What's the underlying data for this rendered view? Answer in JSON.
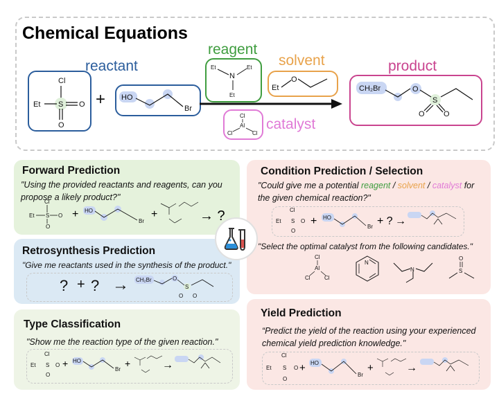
{
  "top": {
    "title": "Chemical Equations",
    "reactant_label": "reactant",
    "reagent_label": "reagent",
    "solvent_label": "solvent",
    "catalyst_label": "catalyst",
    "product_label": "product",
    "plus": "+",
    "atoms": {
      "cl": "Cl",
      "et": "Et",
      "s": "S",
      "o": "O",
      "ho": "HO",
      "br": "Br",
      "n": "N",
      "ch2br": "CH₂Br",
      "al": "Al"
    }
  },
  "forward": {
    "title": "Forward Prediction",
    "quote": "\"Using the provided reactants and reagents, can you propose a likely product?\"",
    "arrow_q": "→ ?"
  },
  "retro": {
    "title": "Retrosynthesis Prediction",
    "quote": "\"Give me reactants used in the synthesis of the product.\"",
    "q1": "?",
    "plus": "+",
    "q2": "?",
    "arrow": "→"
  },
  "type_cls": {
    "title": "Type Classification",
    "quote": "\"Show me the reaction type of the given reaction.\""
  },
  "condition": {
    "title": "Condition Prediction / Selection",
    "quote_start": "\"Could give me a potential ",
    "reagent": "reagent",
    "sep1": " / ",
    "solvent": "solvent",
    "sep2": " / ",
    "catalyst": "catalyst",
    "quote_end": " for the given chemical reaction?\"",
    "select_quote": "\"Select the optimal catalyst from the following candidates.\"",
    "plus_q": "+ ?",
    "arrow": "→"
  },
  "yield": {
    "title": "Yield Prediction",
    "quote": "“Predict the yield of the reaction using your experienced chemical yield prediction knowledge.\""
  },
  "colors": {
    "reactant": "#2b5d9c",
    "reagent": "#3f9d3f",
    "solvent": "#e8a24a",
    "catalyst": "#e07ad6",
    "product": "#c9448f",
    "forward_bg": "#e5f2dc",
    "retro_bg": "#dbe9f4",
    "type_bg": "#eef4e6",
    "condition_bg": "#fbe7e4",
    "yield_bg": "#fbe7e4"
  },
  "icons": [
    "flask-icon"
  ]
}
